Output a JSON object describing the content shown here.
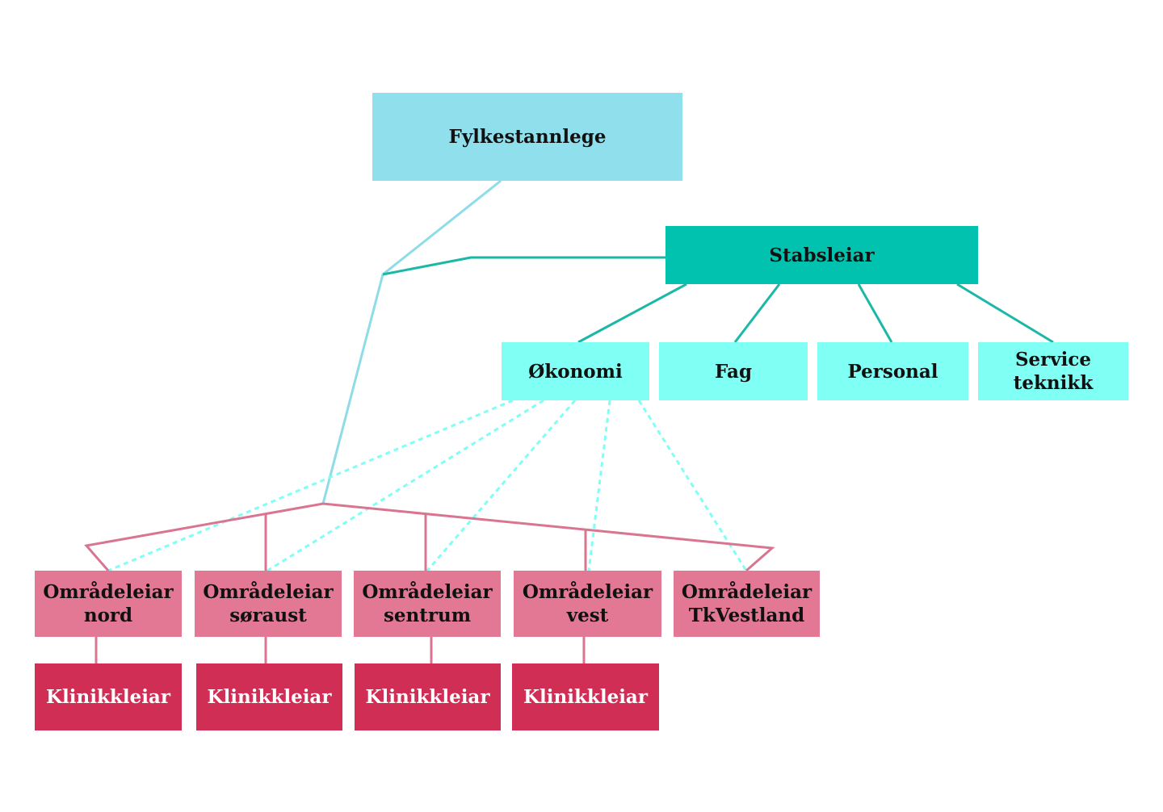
{
  "colors": {
    "top_fill": "#90DFEC",
    "stab_fill": "#00C2AE",
    "staff_fill": "#80FFF4",
    "area_fill": "#E27894",
    "clinic_fill": "#D12E55",
    "clinic_text": "#FFFFFF",
    "light_blue_line": "#8EDCE8",
    "teal_line": "#1BB8A8",
    "pink_line": "#D97591",
    "dashed_line": "#80FFF4"
  },
  "nodes": {
    "top": "Fylkestannlege",
    "stab": "Stabsleiar",
    "okonomi": "Økonomi",
    "fag": "Fag",
    "personal": "Personal",
    "service": "Service\nteknikk",
    "area_nord": "Områdeleiar\nnord",
    "area_soraust": "Områdeleiar\nsøraust",
    "area_sentrum": "Områdeleiar\nsentrum",
    "area_vest": "Områdeleiar\nvest",
    "area_tkvestland": "Områdeleiar\nTkVestland",
    "clinic_1": "Klinikkleiar",
    "clinic_2": "Klinikkleiar",
    "clinic_3": "Klinikkleiar",
    "clinic_4": "Klinikkleiar"
  }
}
